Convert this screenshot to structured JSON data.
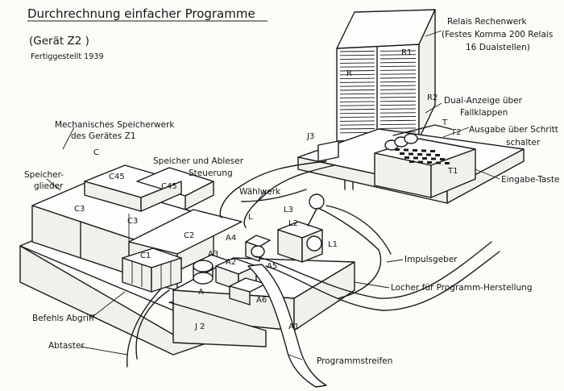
{
  "header": {
    "title": "Durchrechnung einfacher Programme",
    "device": "(Gerät Z2 )",
    "completed": "Fertiggestellt 1939"
  },
  "labels": {
    "relais_rechenwerk_1": "Relais Rechenwerk",
    "relais_rechenwerk_2": "(Festes Komma 200 Relais",
    "relais_rechenwerk_3": "16 Dualstellen)",
    "dual_anzeige_1": "Dual-Anzeige über",
    "dual_anzeige_2": "Fallklappen",
    "ausgabe_1": "Ausgabe über Schritt",
    "ausgabe_2": "schalter",
    "eingabe": "Eingabe-Taste",
    "mech_speicher_1": "Mechanisches Speicherwerk",
    "mech_speicher_2": "des Gerätes Z1",
    "speicherglieder_1": "Speicher-",
    "speicherglieder_2": "glieder",
    "speicher_steuerung_1": "Speicher und Ableser",
    "speicher_steuerung_2": "Steuerung",
    "waehlwerk": "Wählwerk",
    "impulsgeber": "Impulsgeber",
    "locher": "Locher für Programm-Herstellung",
    "befehls_abgriff": "Befehls Abgriff",
    "abtaster": "Abtaster",
    "programmstreifen": "Programmstreifen"
  },
  "tags": {
    "c": "C",
    "c45a": "C45",
    "c45b": "C45",
    "c3a": "C3",
    "c3b": "C3",
    "c2": "C2",
    "c1": "C1",
    "r1": "R1",
    "r2": "R2",
    "r_small": "R",
    "j3": "J3",
    "j2": "J 2",
    "t": "T",
    "t1": "T1",
    "t2": "T2",
    "l": "L",
    "l1": "L1",
    "l2": "L2",
    "l3": "L3",
    "a1": "A1",
    "a2": "A2",
    "a3": "A3",
    "a4": "A4",
    "a5": "A5",
    "a6": "A6",
    "a": "A"
  }
}
